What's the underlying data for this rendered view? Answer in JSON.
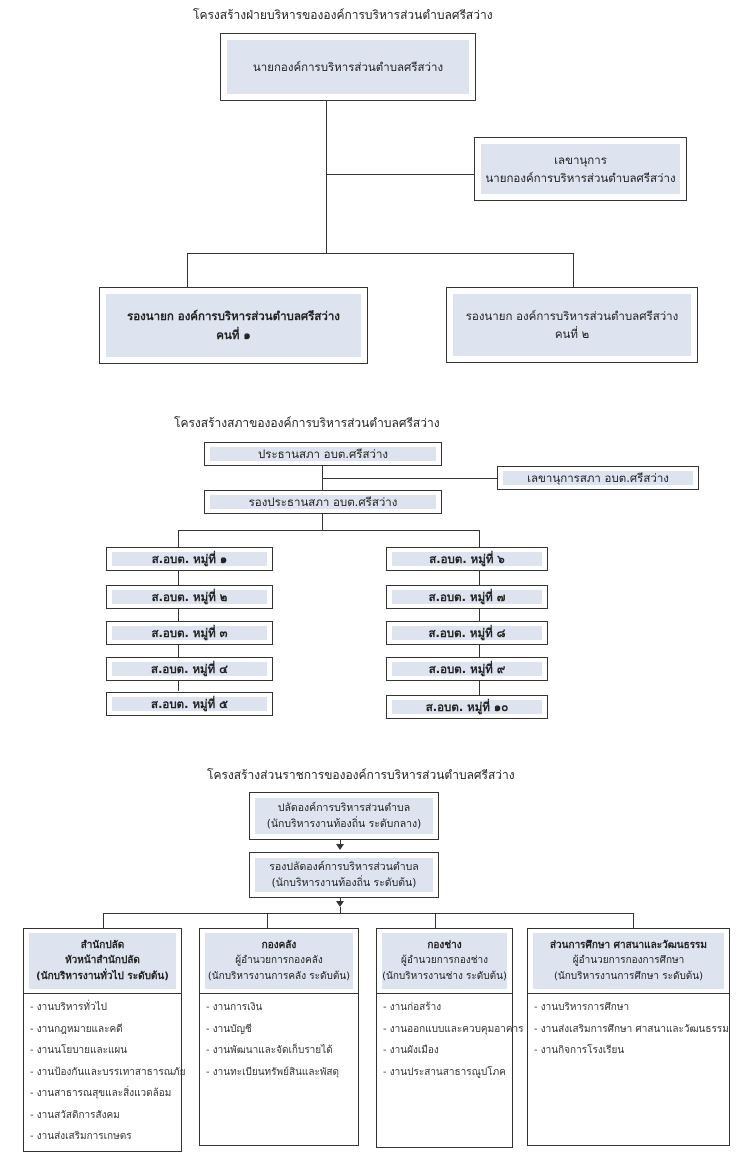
{
  "exec": {
    "title": "โครงสร้างฝ่ายบริหารขององค์การบริหารส่วนตำบลศรีสว่าง",
    "mayor": "นายกองค์การบริหารส่วนตำบลศรีสว่าง",
    "secretary_l1": "เลขานุการ",
    "secretary_l2": "นายกองค์การบริหารส่วนตำบลศรีสว่าง",
    "deputy1_l1": "รองนายก องค์การบริหารส่วนตำบลศรีสว่าง",
    "deputy1_l2": "คนที่ ๑",
    "deputy2_l1": "รองนายก องค์การบริหารส่วนตำบลศรีสว่าง",
    "deputy2_l2": "คนที่ ๒"
  },
  "council": {
    "title": "โครงสร้างสภาขององค์การบริหารส่วนตำบลศรีสว่าง",
    "chair": "ประธานสภา อบต.ศรีสว่าง",
    "secretary": "เลขานุการสภา อบต.ศรีสว่าง",
    "vice_chair": "รองประธานสภา อบต.ศรีสว่าง",
    "left_members": [
      "ส.อบต. หมู่ที่ ๑",
      "ส.อบต. หมู่ที่ ๒",
      "ส.อบต. หมู่ที่ ๓",
      "ส.อบต. หมู่ที่ ๔",
      "ส.อบต. หมู่ที่ ๕"
    ],
    "right_members": [
      "ส.อบต. หมู่ที่ ๖",
      "ส.อบต. หมู่ที่ ๗",
      "ส.อบต. หมู่ที่ ๘",
      "ส.อบต. หมู่ที่ ๙",
      "ส.อบต. หมู่ที่ ๑๐"
    ]
  },
  "admin": {
    "title": "โครงสร้างส่วนราชการขององค์การบริหารส่วนตำบลศรีสว่าง",
    "clerk_l1": "ปลัดองค์การบริหารส่วนตำบล",
    "clerk_l2": "(นักบริหารงานท้องถิ่น ระดับกลาง)",
    "deputy_clerk_l1": "รองปลัดองค์การบริหารส่วนตำบล",
    "deputy_clerk_l2": "(นักบริหารงานท้องถิ่น ระดับต้น)",
    "departments": [
      {
        "l1": "สำนักปลัด",
        "l2": "หัวหน้าสำนักปลัด",
        "l3": "(นักบริหารงานทั่วไป ระดับต้น)",
        "tasks": [
          "- งานบริหารทั่วไป",
          "- งานกฎหมายและคดี",
          "- งานนโยบายและแผน",
          "- งานป้องกันและบรรเทาสาธารณภัย",
          "-  งานสาธารณสุขและสิ่งแวดล้อม",
          "- งานสวัสดิการสังคม",
          "- งานส่งเสริมการเกษตร"
        ]
      },
      {
        "l1": "กองคลัง",
        "l2": "ผู้อำนวยการกองคลัง",
        "l3": "(นักบริหารงานการคลัง ระดับต้น)",
        "tasks": [
          "- งานการเงิน",
          "- งานบัญชี",
          "- งานพัฒนาและจัดเก็บรายได้",
          "- งานทะเบียนทรัพย์สินและพัสดุ"
        ]
      },
      {
        "l1": "กองช่าง",
        "l2": "ผู้อำนวยการกองช่าง",
        "l3": "(นักบริหารงานช่าง ระดับต้น)",
        "tasks": [
          "- งานก่อสร้าง",
          "- งานออกแบบและควบคุมอาคาร",
          "- งานผังเมือง",
          "- งานประสานสาธารณูปโภค"
        ]
      },
      {
        "l1": "ส่วนการศึกษา ศาสนาและวัฒนธรรม",
        "l2": "ผู้อำนวยการกองการศึกษา",
        "l3": "(นักบริหารงานการศึกษา ระดับต้น)",
        "tasks": [
          "- งานบริหารการศึกษา",
          "- งานส่งเสริมการศึกษา ศาสนาและวัฒนธรรม",
          "- งานกิจการโรงเรียน"
        ]
      }
    ]
  }
}
